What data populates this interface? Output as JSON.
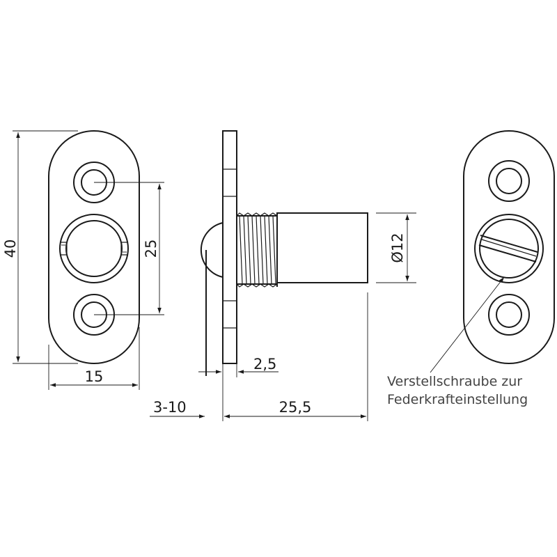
{
  "dimensions": {
    "height_total": "40",
    "hole_spacing": "25",
    "width": "15",
    "diameter": "Ø12",
    "plate_thickness": "2,5",
    "door_gap": "3-10",
    "length": "25,5"
  },
  "annotation": {
    "line1": "Verstellschraube zur",
    "line2": "Federkrafteinstellung"
  },
  "colors": {
    "line": "#1a1a1a",
    "note_text": "#444444"
  }
}
